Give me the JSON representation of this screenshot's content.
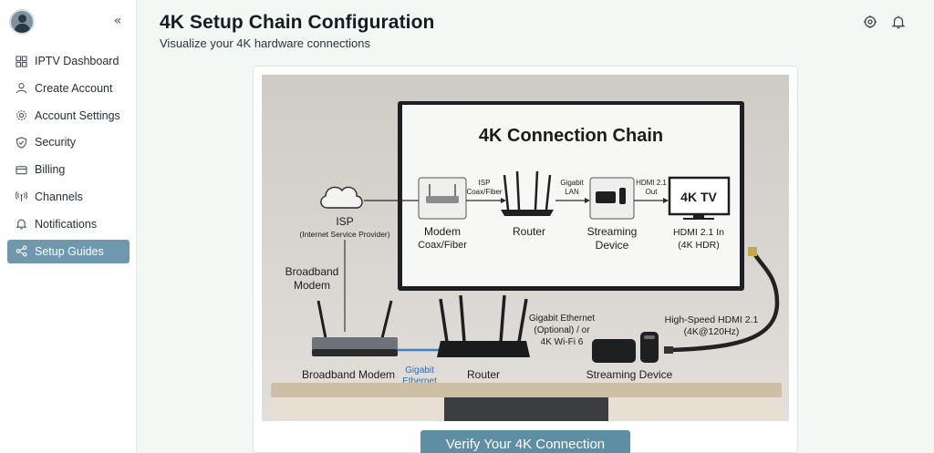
{
  "sidebar": {
    "collapse_icon": "double-chevron-left-icon",
    "items": [
      {
        "label": "IPTV Dashboard",
        "icon": "grid-icon",
        "active": false
      },
      {
        "label": "Create Account",
        "icon": "user-icon",
        "active": false
      },
      {
        "label": "Account Settings",
        "icon": "gear-icon",
        "active": false
      },
      {
        "label": "Security",
        "icon": "shield-icon",
        "active": false
      },
      {
        "label": "Billing",
        "icon": "card-icon",
        "active": false
      },
      {
        "label": "Channels",
        "icon": "antenna-icon",
        "active": false
      },
      {
        "label": "Notifications",
        "icon": "bell-icon",
        "active": false
      },
      {
        "label": "Setup Guides",
        "icon": "share-icon",
        "active": true
      }
    ]
  },
  "header": {
    "title": "4K Setup Chain Configuration",
    "subtitle": "Visualize your 4K hardware connections",
    "icons": [
      "settings-icon",
      "bell-icon"
    ]
  },
  "diagram": {
    "tv_title": "4K Connection Chain",
    "chain": {
      "isp": "ISP",
      "isp_sub": "(Internet Service Provider)",
      "isp_link_1": "ISP",
      "isp_link_2": "Coax/Fiber",
      "modem_1": "Modem",
      "modem_2": "Coax/Fiber",
      "gig_1": "Gigabit",
      "gig_2": "LAN",
      "router": "Router",
      "hdmi_1": "HDMI 2.1",
      "hdmi_2": "Out",
      "streaming_1": "Streaming",
      "streaming_2": "Device",
      "tv_box": "4K TV",
      "tv_in_1": "HDMI 2.1 In",
      "tv_in_2": "(4K HDR)"
    },
    "physical": {
      "broadband_1": "Broadband",
      "broadband_2": "Modem",
      "broadband_modem": "Broadband Modem",
      "gig_eth_1": "Gigabit",
      "gig_eth_2": "Ethernet",
      "router": "Router",
      "wifi_1": "Gigabit Ethernet",
      "wifi_2": "(Optional) / or",
      "wifi_3": "4K Wi-Fi 6",
      "streaming_device": "Streaming Device",
      "hdmi_cable_1": "High-Speed HDMI 2.1",
      "hdmi_cable_2": "(4K@120Hz)"
    }
  },
  "actions": {
    "verify_label": "Verify Your 4K Connection"
  },
  "colors": {
    "accent": "#6e98ad",
    "button": "#5e8ea3",
    "background": "#f4f8f4"
  }
}
